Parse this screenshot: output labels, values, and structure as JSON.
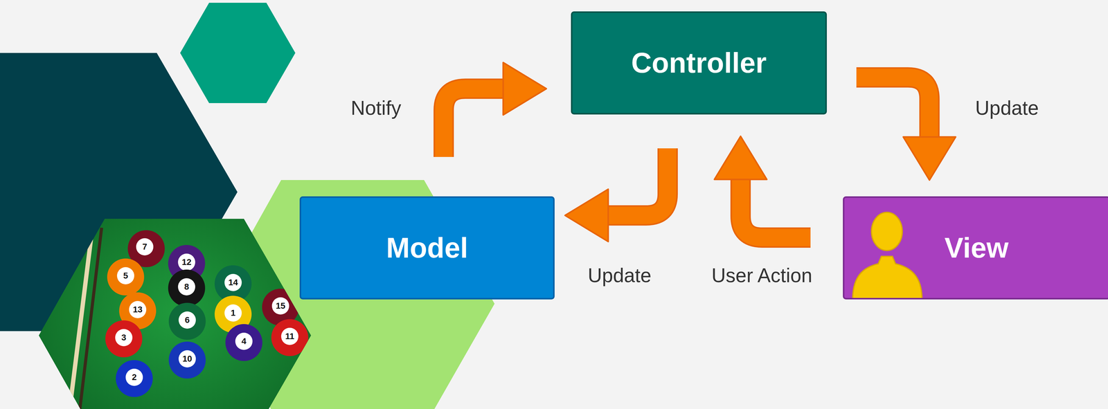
{
  "diagram": {
    "nodes": [
      {
        "text": [
          "Controller"
        ]
      },
      {
        "text": [
          "Model"
        ]
      },
      {
        "text": [
          "View"
        ]
      }
    ],
    "edges": [
      {
        "from": 1,
        "to": 0,
        "arrow": "to",
        "label": "Notify"
      },
      {
        "from": 0,
        "to": 2,
        "arrow": "to",
        "label": "Update"
      },
      {
        "from": 0,
        "to": 1,
        "arrow": "to",
        "label": "Update"
      },
      {
        "from": 2,
        "to": 0,
        "arrow": "to",
        "label": "User Action"
      }
    ],
    "labels": [
      "7",
      "12",
      "5",
      "8",
      "14",
      "13",
      "6",
      "1",
      "15",
      "3",
      "4",
      "11",
      "10",
      "2"
    ]
  }
}
